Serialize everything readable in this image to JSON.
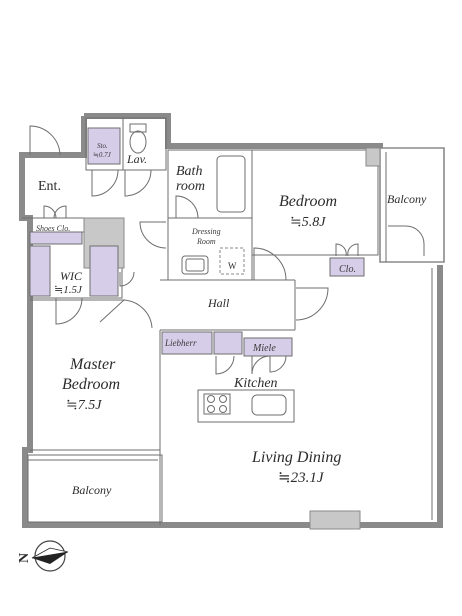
{
  "rooms": {
    "entrance": "Ent.",
    "storage_name": "Sto.",
    "storage_size": "≒0.7J",
    "lavatory": "Lav.",
    "bath_line1": "Bath",
    "bath_line2": "room",
    "dressing_line1": "Dressing",
    "dressing_line2": "Room",
    "washer": "W",
    "bedroom_name": "Bedroom",
    "bedroom_size": "≒5.8J",
    "bedroom_closet": "Clo.",
    "balcony_right": "Balcony",
    "shoes_closet": "Shoes Clo.",
    "wic_name": "WIC",
    "wic_size": "≒1.5J",
    "hall": "Hall",
    "fridge": "Liebherr",
    "dishwasher": "Miele",
    "kitchen": "Kitchen",
    "master_line1": "Master",
    "master_line2": "Bedroom",
    "master_size": "≒7.5J",
    "living_name": "Living Dining",
    "living_size": "≒23.1J",
    "balcony_bottom": "Balcony"
  },
  "compass": {
    "north_label": "N"
  },
  "colors": {
    "closet_fill": "#d6cde9",
    "wall": "#8a8a8a",
    "column": "#c8c8c8"
  }
}
